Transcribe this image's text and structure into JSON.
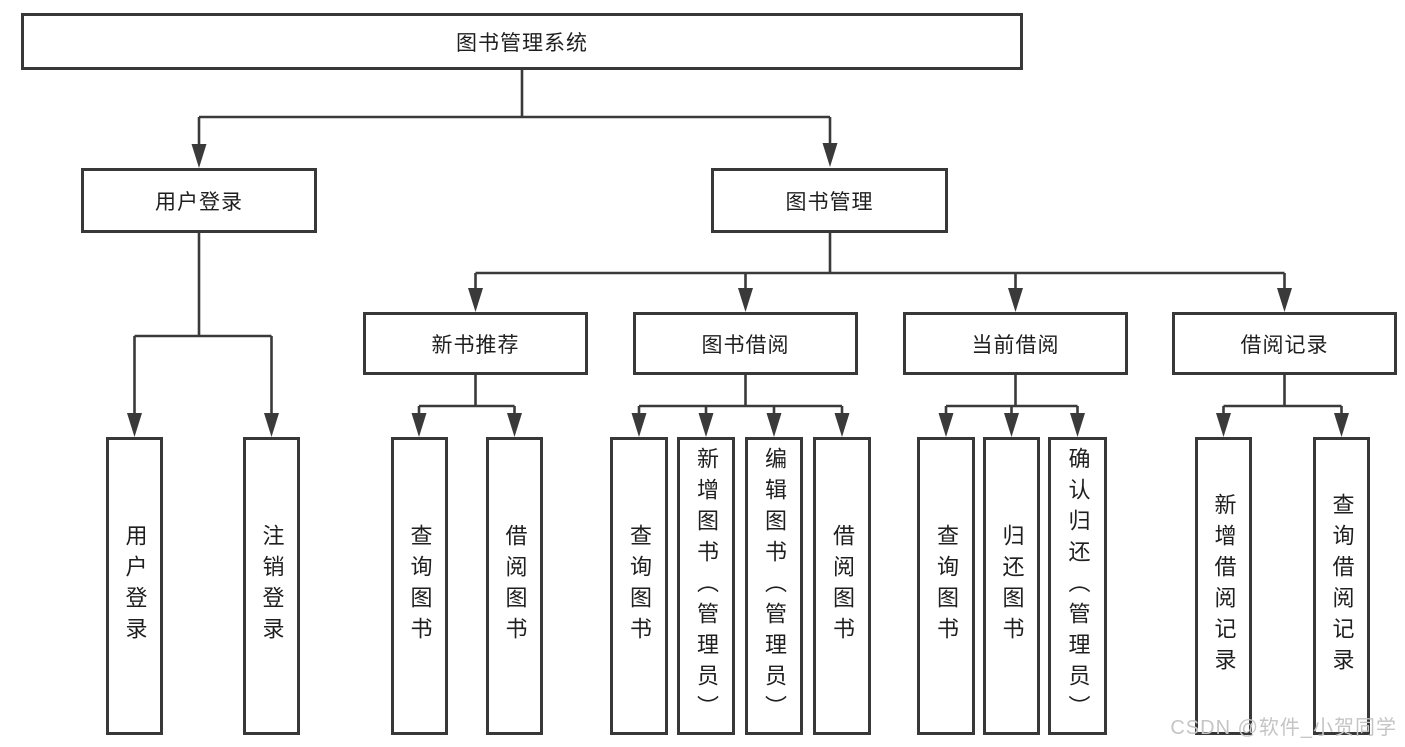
{
  "diagram": {
    "root": {
      "label": "图书管理系统"
    },
    "login": {
      "label": "用户登录",
      "children": [
        {
          "label": "用户登录"
        },
        {
          "label": "注销登录"
        }
      ]
    },
    "management": {
      "label": "图书管理",
      "sections": [
        {
          "label": "新书推荐",
          "children": [
            {
              "label": "查询图书"
            },
            {
              "label": "借阅图书"
            }
          ]
        },
        {
          "label": "图书借阅",
          "children": [
            {
              "label": "查询图书"
            },
            {
              "label": "新增图书（管理员）"
            },
            {
              "label": "编辑图书（管理员）"
            },
            {
              "label": "借阅图书"
            }
          ]
        },
        {
          "label": "当前借阅",
          "children": [
            {
              "label": "查询图书"
            },
            {
              "label": "归还图书"
            },
            {
              "label": "确认归还（管理员）"
            }
          ]
        },
        {
          "label": "借阅记录",
          "children": [
            {
              "label": "新增借阅记录"
            },
            {
              "label": "查询借阅记录"
            }
          ]
        }
      ]
    }
  },
  "watermark": {
    "text": "CSDN @软件_小贺同学"
  },
  "colors": {
    "line": "#3a3a3a",
    "border": "#383838",
    "text": "#1f1f1f",
    "watermark": "#c5c5c5",
    "background": "#ffffff"
  }
}
